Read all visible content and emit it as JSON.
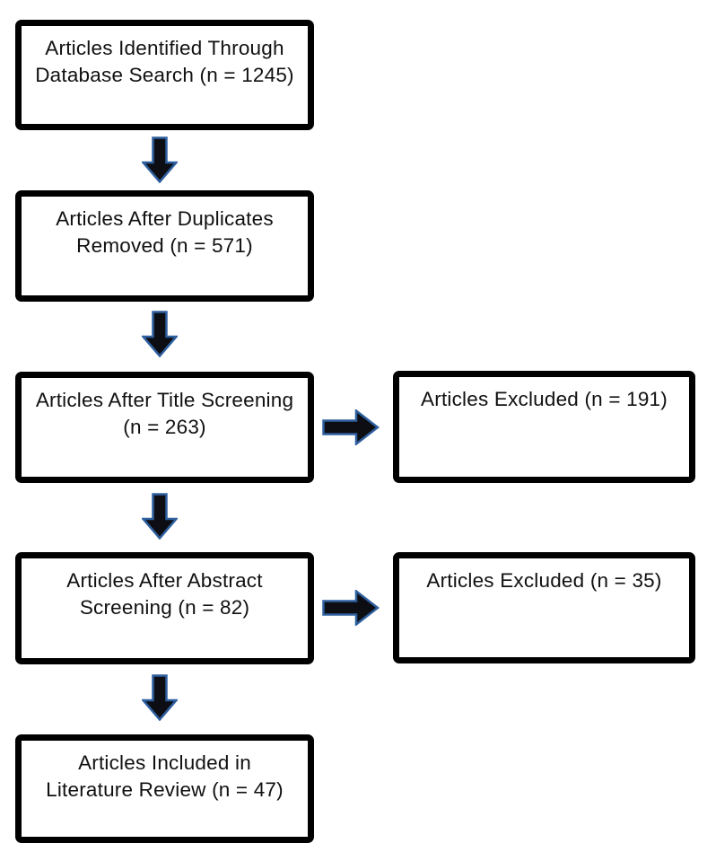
{
  "colors": {
    "background": "#ffffff",
    "box_fill": "#ffffff",
    "box_border": "#000000",
    "text": "#111111",
    "arrow_fill": "#0c0e14",
    "arrow_stroke": "#2e5f9e"
  },
  "flow": {
    "main": [
      {
        "id": "identified",
        "line1": "Articles Identified Through",
        "line2": "Database Search (n = 1245)",
        "n": 1245
      },
      {
        "id": "duplicates",
        "line1": "Articles After Duplicates",
        "line2": "Removed (n = 571)",
        "n": 571
      },
      {
        "id": "title-screening",
        "line1": "Articles After Title Screening",
        "line2": "(n = 263)",
        "n": 263
      },
      {
        "id": "abstract-screening",
        "line1": "Articles After Abstract",
        "line2": "Screening (n = 82)",
        "n": 82
      },
      {
        "id": "included",
        "line1": "Articles Included in",
        "line2": "Literature Review (n = 47)",
        "n": 47
      }
    ],
    "excluded": [
      {
        "id": "excluded-title",
        "line1": "Articles Excluded (n = 191)",
        "n": 191
      },
      {
        "id": "excluded-abstract",
        "line1": "Articles Excluded (n = 35)",
        "n": 35
      }
    ]
  }
}
